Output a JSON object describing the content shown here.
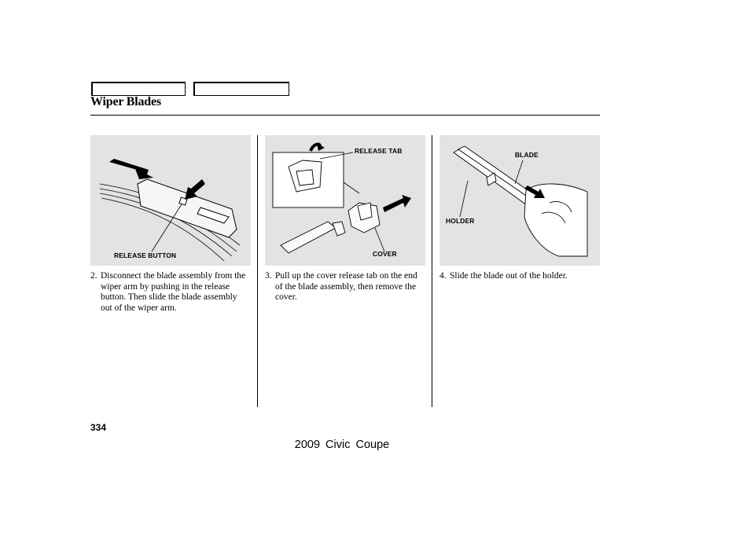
{
  "header": {
    "section_title": "Wiper Blades"
  },
  "figures": [
    {
      "callouts": [
        "RELEASE BUTTON"
      ]
    },
    {
      "callouts": [
        "RELEASE TAB",
        "COVER"
      ]
    },
    {
      "callouts": [
        "BLADE",
        "HOLDER"
      ]
    }
  ],
  "steps": [
    {
      "number": "2.",
      "text": "Disconnect the blade assembly from the wiper arm by pushing in the release button. Then slide the blade assembly out of the wiper arm."
    },
    {
      "number": "3.",
      "text": "Pull up the cover release tab on the end of the blade assembly, then remove the cover."
    },
    {
      "number": "4.",
      "text": "Slide the blade out of the holder."
    }
  ],
  "footer": {
    "page_number": "334",
    "model": "2009  Civic  Coupe"
  }
}
